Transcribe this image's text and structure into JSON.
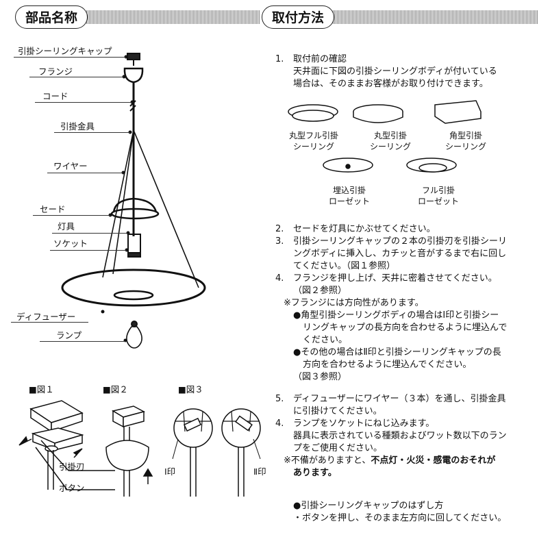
{
  "sections": {
    "parts_title": "部品名称",
    "install_title": "取付方法"
  },
  "parts": [
    {
      "id": "ceiling_cap",
      "label": "引掛シーリングキャップ"
    },
    {
      "id": "flange",
      "label": "フランジ"
    },
    {
      "id": "cord",
      "label": "コード"
    },
    {
      "id": "hook_fitting",
      "label": "引掛金具"
    },
    {
      "id": "wire",
      "label": "ワイヤー"
    },
    {
      "id": "shade",
      "label": "セード"
    },
    {
      "id": "fixture",
      "label": "灯具"
    },
    {
      "id": "socket",
      "label": "ソケット"
    },
    {
      "id": "diffuser",
      "label": "ディフューザー"
    },
    {
      "id": "lamp",
      "label": "ランプ"
    }
  ],
  "figures": {
    "fig1": {
      "title": "■図１",
      "labels": {
        "blade": "引掛刃",
        "button": "ボタン"
      }
    },
    "fig2": {
      "title": "■図２"
    },
    "fig3": {
      "title": "■図３",
      "labels": {
        "mark1": "Ⅰ印",
        "mark2": "Ⅱ印"
      }
    }
  },
  "ceiling_types": [
    {
      "line1": "丸型フル引掛",
      "line2": "シーリング"
    },
    {
      "line1": "丸型引掛",
      "line2": "シーリング"
    },
    {
      "line1": "角型引掛",
      "line2": "シーリング"
    },
    {
      "line1": "埋込引掛",
      "line2": "ローゼット"
    },
    {
      "line1": "フル引掛",
      "line2": "ローゼット"
    }
  ],
  "steps": {
    "s1": {
      "num": "1.",
      "title": "取付前の確認",
      "lines": [
        "天井面に下図の引掛シーリングボディが付いている",
        "場合は、そのままお客様がお取り付けできます。"
      ]
    },
    "s2": {
      "num": "2.",
      "lines": [
        "セードを灯具にかぶせてください。"
      ]
    },
    "s3": {
      "num": "3.",
      "lines": [
        "引掛シーリングキャップの２本の引掛刃を引掛シーリ",
        "ングボディに挿入し、カチッと音がするまで右に回し",
        "てください。（図１参照）"
      ]
    },
    "s4": {
      "num": "4.",
      "lines": [
        "フランジを押し上げ、天井に密着させてください。",
        "（図２参照）"
      ]
    },
    "note_flange": "※フランジには方向性があります。",
    "bullet_a": [
      "●角型引掛シーリングボディの場合はⅠ印と引掛シー",
      "リングキャップの長方向を合わせるように埋込んで",
      "ください。"
    ],
    "bullet_b": [
      "●その他の場合はⅡ印と引掛シーリングキャップの長",
      "方向を合わせるように埋込んでください。"
    ],
    "see_fig3": "（図３参照）",
    "s5": {
      "num": "5.",
      "lines": [
        "ディフューザーにワイヤー（３本）を通し、引掛金具",
        "に引掛けてください。"
      ]
    },
    "s6": {
      "num": "4.",
      "lines": [
        "ランプをソケットにねじ込みます。",
        "器具に表示されている種類およびワット数以下のラン",
        "プをご使用ください。"
      ]
    },
    "warning": {
      "prefix": "※不備がありますと、",
      "bold1": "不点灯・火災・感電のおそれが",
      "bold2": "あります。"
    },
    "removal": {
      "title": "●引掛シーリングキャップのはずし方",
      "text": "・ボタンを押し、そのまま左方向に回してください。"
    }
  }
}
